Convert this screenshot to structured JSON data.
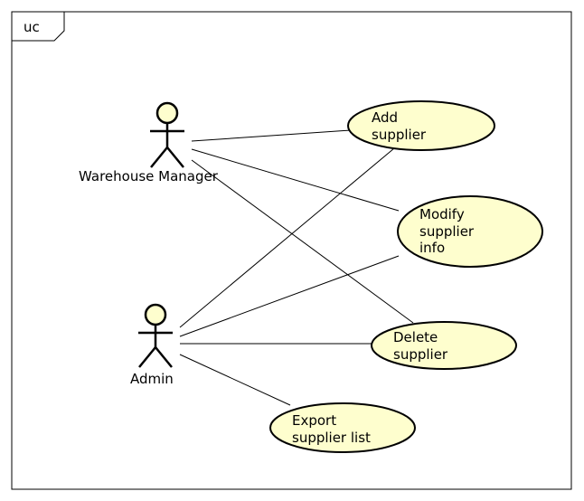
{
  "frame": {
    "tag": "uc"
  },
  "actors": [
    {
      "id": "warehouse-manager",
      "name": "Warehouse Manager"
    },
    {
      "id": "admin",
      "name": "Admin"
    }
  ],
  "use_cases": [
    {
      "id": "add-supplier",
      "lines": [
        "Add",
        "supplier"
      ]
    },
    {
      "id": "modify-supplier-info",
      "lines": [
        "Modify",
        "supplier",
        "info"
      ]
    },
    {
      "id": "delete-supplier",
      "lines": [
        "Delete",
        "supplier"
      ]
    },
    {
      "id": "export-supplier-list",
      "lines": [
        "Export",
        "supplier list"
      ]
    }
  ],
  "associations": [
    {
      "actor": "warehouse-manager",
      "use_case": "add-supplier"
    },
    {
      "actor": "warehouse-manager",
      "use_case": "modify-supplier-info"
    },
    {
      "actor": "warehouse-manager",
      "use_case": "delete-supplier"
    },
    {
      "actor": "admin",
      "use_case": "add-supplier"
    },
    {
      "actor": "admin",
      "use_case": "modify-supplier-info"
    },
    {
      "actor": "admin",
      "use_case": "delete-supplier"
    },
    {
      "actor": "admin",
      "use_case": "export-supplier-list"
    }
  ],
  "colors": {
    "use_case_fill": "#FEFECE",
    "actor_fill": "#FEFECE",
    "stroke": "#000000",
    "background": "#FFFFFF"
  }
}
